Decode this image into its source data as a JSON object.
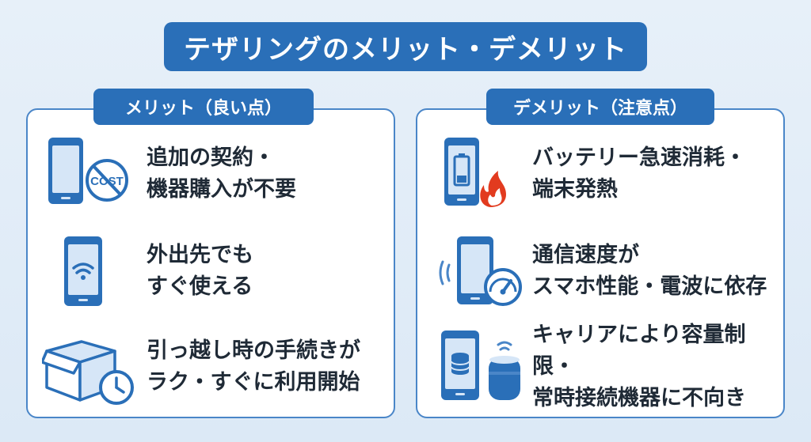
{
  "title": "テザリングのメリット・デメリット",
  "merit": {
    "label": "メリット（良い点）",
    "items": [
      {
        "line1": "追加の契約・",
        "line2": "機器購入が不要",
        "icon": "phone-no-cost-icon",
        "badge": "COST"
      },
      {
        "line1": "外出先でも",
        "line2": "すぐ使える",
        "icon": "phone-wifi-icon"
      },
      {
        "line1": "引っ越し時の手続きが",
        "line2": "ラク・すぐに利用開始",
        "icon": "box-clock-icon"
      }
    ]
  },
  "demerit": {
    "label": "デメリット（注意点）",
    "items": [
      {
        "line1": "バッテリー急速消耗・",
        "line2": "端末発熱",
        "icon": "phone-battery-fire-icon"
      },
      {
        "line1": "通信速度が",
        "line2": "スマホ性能・電波に依存",
        "icon": "phone-speedometer-icon"
      },
      {
        "line1": "キャリアにより容量制限・",
        "line2": "常時接続機器に不向き",
        "icon": "phone-database-speaker-icon"
      }
    ]
  },
  "colors": {
    "primary": "#2a6fb8",
    "icon_fill": "#d6e6f7",
    "fire": "#e23b1f",
    "text": "#1f2a36"
  }
}
